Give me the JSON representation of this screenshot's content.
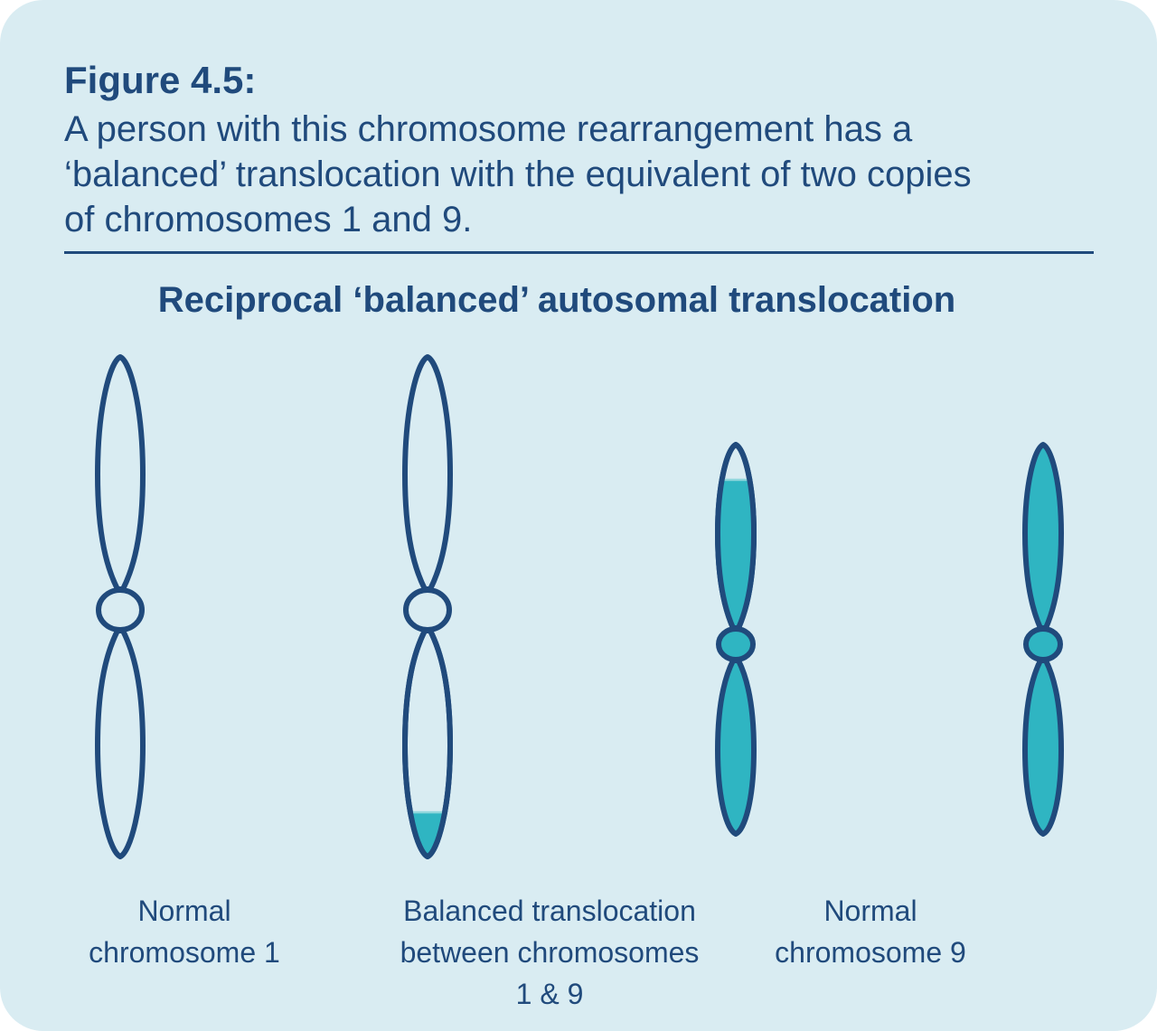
{
  "palette": {
    "navy": "#204a7c",
    "teal": "#2fb5c2",
    "tealEdge": "#8fd6dc",
    "cardBg": "#d9ecf2"
  },
  "header": {
    "figure_label": "Figure 4.5:",
    "description_lines": [
      "A person with this chromosome rearrangement has a",
      "‘balanced’ translocation with the equivalent of two copies",
      "of chromosomes 1 and 9."
    ]
  },
  "diagram": {
    "title": "Reciprocal ‘balanced’ autosomal translocation",
    "chromosomes": [
      {
        "style": "navy outline, unfilled",
        "tip_fill": "none"
      },
      {
        "style": "navy outline, unfilled",
        "tip_fill": "teal lower tip"
      },
      {
        "style": "teal filled",
        "tip_fill": "unfilled upper tip"
      },
      {
        "style": "teal filled",
        "tip_fill": "none"
      }
    ]
  },
  "labels": [
    {
      "lines": [
        "Normal",
        "chromosome 1"
      ]
    },
    {
      "lines": [
        "Balanced translocation",
        "between chromosomes",
        "1 & 9"
      ]
    },
    {
      "lines": [
        "Normal",
        "chromosome 9"
      ]
    }
  ]
}
